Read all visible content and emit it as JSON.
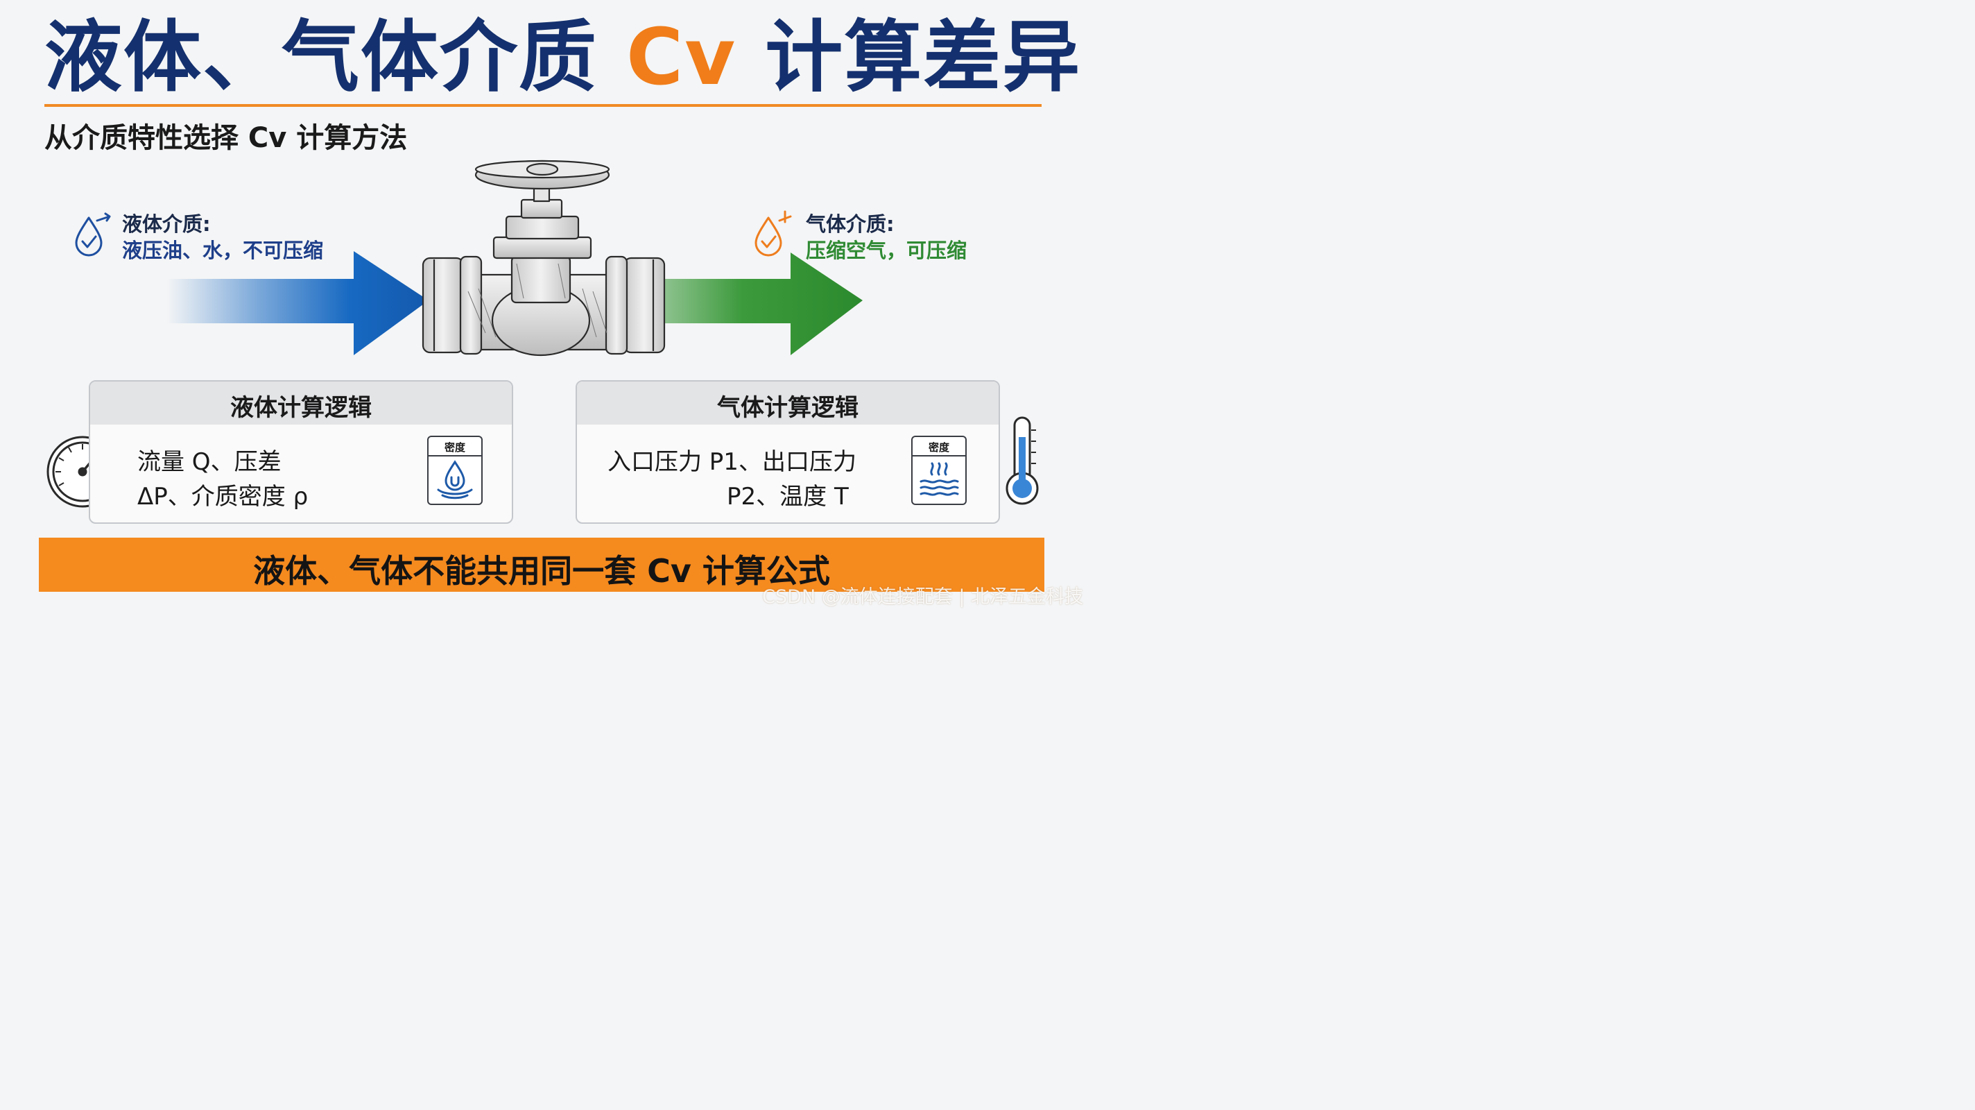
{
  "title": {
    "part1": "液体、气体介质",
    "part2": "Cv",
    "part3": "计算差异"
  },
  "subtitle": "从介质特性选择 Cv 计算方法",
  "liquid_medium": {
    "label": "液体介质:",
    "description": "液压油、水，不可压缩",
    "icon": "liquid-drop-check-icon",
    "arrow_color": "#1769c2"
  },
  "gas_medium": {
    "label": "气体介质:",
    "description": "压缩空气，可压缩",
    "icon": "gas-drop-check-icon",
    "arrow_color": "#3c9a3c"
  },
  "liquid_logic": {
    "title": "液体计算逻辑",
    "line1": "流量 Q、压差",
    "line2": "ΔP、介质密度 ρ",
    "card_label": "密度",
    "card_icon": "water-drop-density-icon",
    "side_icon": "pressure-gauge-icon"
  },
  "gas_logic": {
    "title": "气体计算逻辑",
    "line1": "入口压力 P1、出口压力",
    "line2": "P2、温度 T",
    "card_label": "密度",
    "card_icon": "heat-waves-density-icon",
    "side_icon": "thermometer-icon"
  },
  "banner": {
    "text": "液体、气体不能共用同一套 Cv 计算公式",
    "color": "#f58a1f"
  },
  "watermark": "CSDN @流体连接配套 | 北泽五金科技",
  "colors": {
    "title_navy": "#14306e",
    "accent_orange": "#f07d1a"
  }
}
